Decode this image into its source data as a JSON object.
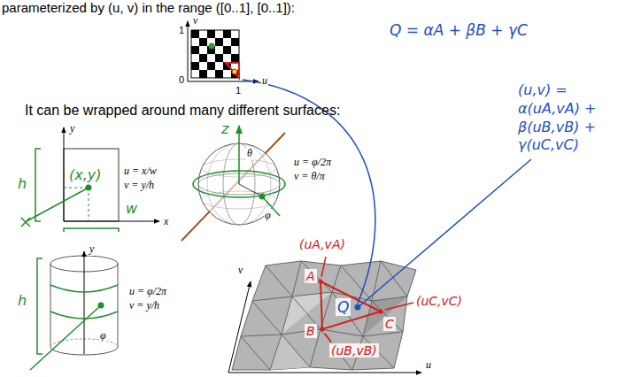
{
  "diagram": {
    "labels": [
      "parameterized by (u, v) in the range ([0..1], [0..1]):",
      "v",
      "1",
      "0",
      "1",
      "u",
      "Q = αA + βB + γC",
      "It can be wrapped around many different surfaces:",
      "y",
      "x",
      "u = x/w",
      "v = y/h",
      "h",
      "w",
      "(x,y)",
      "θ",
      "φ",
      "u = φ/2π",
      "v = θ/π",
      "z",
      "y",
      "φ",
      "u = φ/2π",
      "v = y/h",
      "h",
      "v",
      "u",
      "(uA,vA)",
      "(uC,vC)",
      "(uB,vB)",
      "A",
      "B",
      "C",
      "Q",
      "(u,v) = α(uA,vA) + β(uB,vB) + γ(uC,vC)"
    ]
  }
}
